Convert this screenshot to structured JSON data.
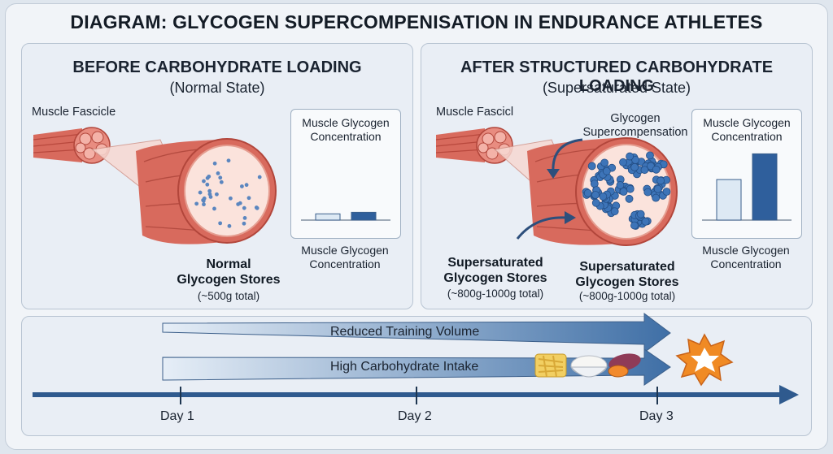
{
  "title": "DIAGRAM: GLYCOGEN SUPERCOMPENISATION IN ENDURANCE ATHLETES",
  "left_panel": {
    "heading": "BEFORE CARBOHYDRATE LOADING",
    "subheading": "(Normal State)",
    "fascicle_label": "Muscle Fascicle",
    "chart_title": "Muscle Glycogen\nConcentration",
    "chart_axis_label": "Muscle Glycogen\nConcentration",
    "stores_label": "Normal\nGlycogen Stores",
    "stores_amount": "(~500g total)",
    "bar_levels": [
      0.08,
      0.1
    ]
  },
  "right_panel": {
    "heading": "AFTER STRUCTURED CARBOHYDRATE LOADING",
    "subheading": "(Supersaturated State)",
    "fascicle_label": "Muscle Fascicl",
    "supercomp_label": "Glycogen\nSupercompensation",
    "chart_title": "Muscle Glycogen\nConcentration",
    "chart_axis_label": "Muscle Glycogen\nConcentration",
    "stores_label_1": "Supersaturated\nGlycogen Stores",
    "stores_amount_1": "(~800g-1000g total)",
    "stores_label_2": "Supersaturated\nGlycogen Stores",
    "stores_amount_2": "(~800g-1000g total)",
    "bar_levels": [
      0.52,
      0.85
    ]
  },
  "timeline": {
    "arrow_1": "Reduced Training Volume",
    "arrow_2": "High Carbohydrate Intake",
    "days": [
      "Day 1",
      "Day 2",
      "Day 3"
    ]
  },
  "colors": {
    "muscle": "#d9695c",
    "glycogen": "#3d74b8",
    "arrow_fill": "#3f6fa6",
    "bar_light": "#dde9f4",
    "bar_dark": "#2f5f9c"
  },
  "icons": [
    "pasta-icon",
    "rice-bowl-icon",
    "sweet-potato-icon",
    "starburst-icon"
  ]
}
